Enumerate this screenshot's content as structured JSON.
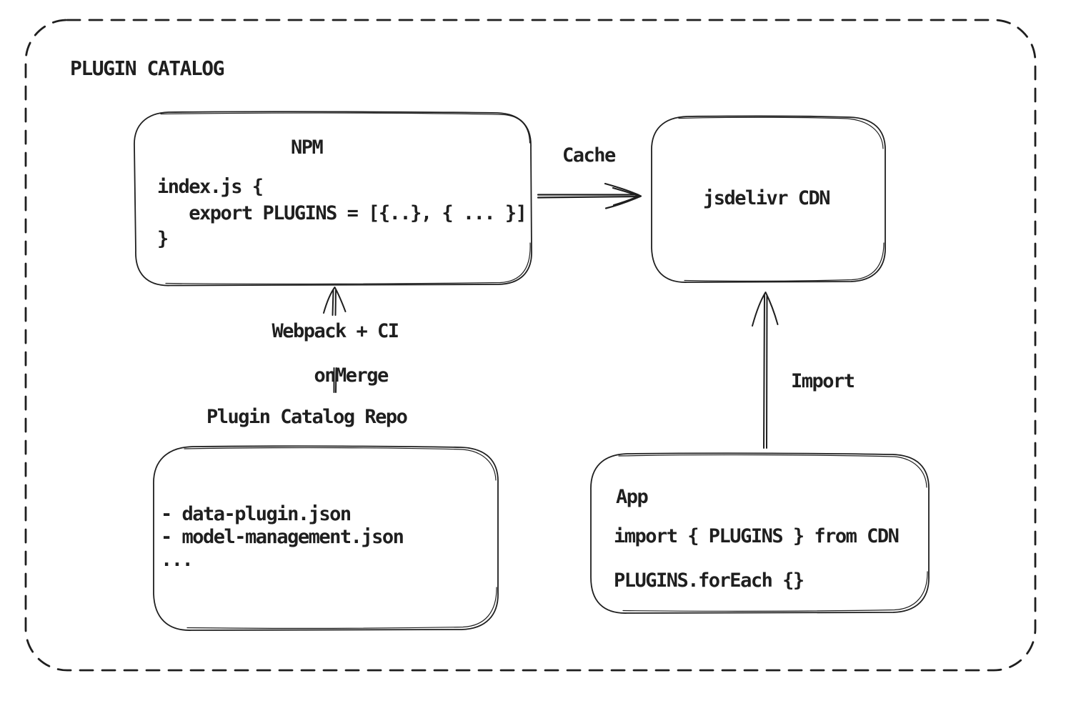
{
  "colors": {
    "ink": "#1f1f1f",
    "background": "#ffffff"
  },
  "frame": {
    "title": "PLUGIN CATALOG"
  },
  "nodes": {
    "npm": {
      "title": "NPM",
      "code": "index.js {\n   export PLUGINS = [{..}, { ... }]\n}"
    },
    "cdn": {
      "title": "jsdelivr CDN"
    },
    "repo": {
      "heading": "Plugin Catalog Repo",
      "files": "- data-plugin.json\n- model-management.json\n..."
    },
    "app": {
      "title": "App",
      "import_line": "import { PLUGINS } from CDN",
      "foreach_line": "PLUGINS.forEach {}"
    }
  },
  "edges": {
    "cache": {
      "label": "Cache"
    },
    "build": {
      "line1": "Webpack + CI",
      "line2": "onMerge"
    },
    "import": {
      "label": "Import"
    }
  }
}
